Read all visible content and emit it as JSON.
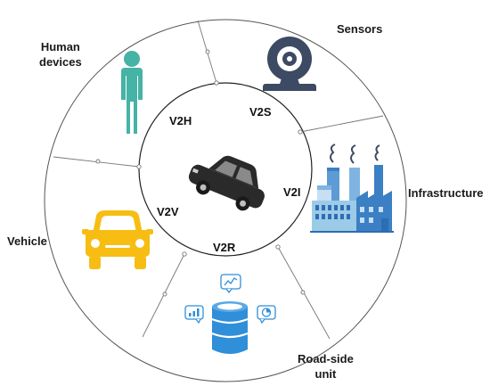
{
  "outer_labels": {
    "sensors": "Sensors",
    "human_devices_line1": "Human",
    "human_devices_line2": "devices",
    "infrastructure": "Infrastructure",
    "vehicle": "Vehicle",
    "road_side_line1": "Road-side",
    "road_side_line2": "unit"
  },
  "inner_labels": {
    "v2h": "V2H",
    "v2s": "V2S",
    "v2i": "V2I",
    "v2v": "V2V",
    "v2r": "V2R"
  },
  "icons": {
    "human": "person-icon",
    "sensor": "webcam-icon",
    "infrastructure": "factory-icon",
    "vehicle": "taxi-front-icon",
    "roadside": "database-icon",
    "center": "car-icon"
  },
  "colors": {
    "person": "#45b3a6",
    "sensor": "#3c4a63",
    "vehicle": "#f7bd12",
    "database": "#2f8fd8",
    "factory_main": "#3b7fc4",
    "factory_light": "#9ccbe8",
    "car": "#2a2a2a",
    "ring_stroke": "#555555"
  }
}
